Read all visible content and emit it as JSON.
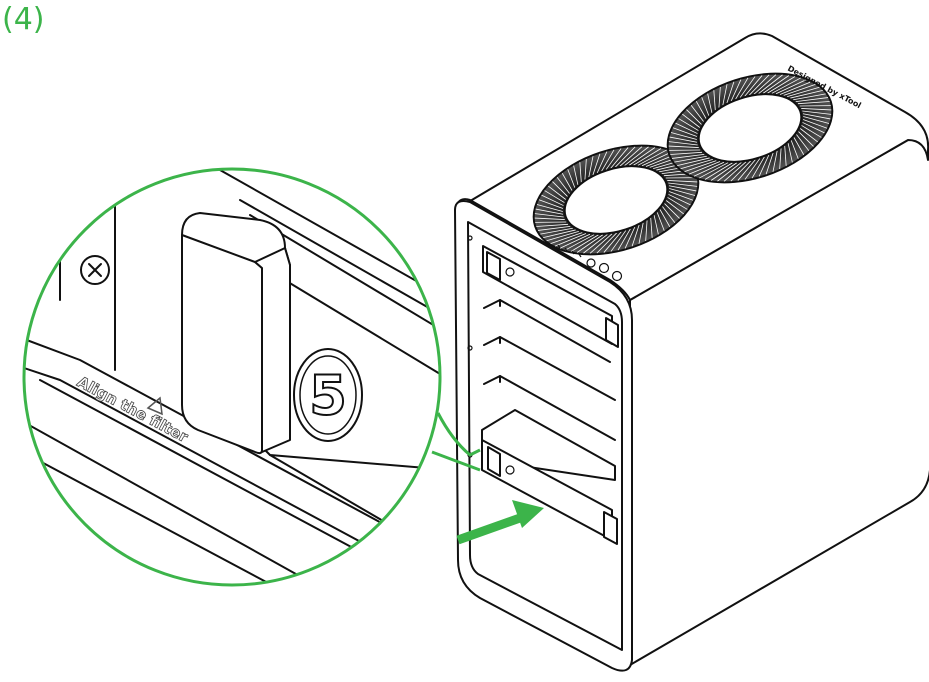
{
  "step": {
    "label": "(4)"
  },
  "device": {
    "brand_text": "Designed by xTool"
  },
  "callout": {
    "align_text": "Align the filter",
    "filter_number": "5"
  },
  "colors": {
    "accent": "#3cb44a",
    "line": "#111111"
  },
  "icons": [
    "align-triangle-icon",
    "screw-icon",
    "power-icon",
    "fan-icon",
    "insert-arrow-icon"
  ]
}
